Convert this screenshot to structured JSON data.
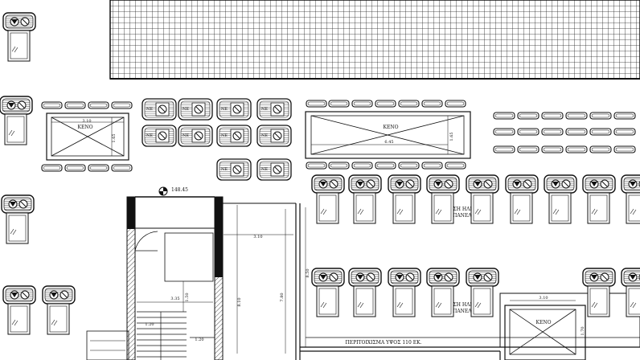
{
  "labels": {
    "kenoA": "ΚΕΝΟ",
    "kenoB": "ΚΕΝΟ",
    "kenoC": "ΚΕΝΟ",
    "dimKenoAw": "3.10",
    "dimKenoAh": "1.65",
    "dimKenoBw": "6.45",
    "dimKenoBh": "1.65",
    "dimKenoCw": "3.10",
    "dimKenoCh": "1.70",
    "level": "148.45",
    "dim310a": "3.10",
    "dim335": "3.35",
    "dim150": "1.50",
    "dim810": "8.10",
    "dim780": "7.80",
    "dim850": "8.50",
    "dim120a": "1.20",
    "dim120b": "1.20",
    "solar1": "ΘΕΣΗ ΗΛΙΑΚΩΝ",
    "solar1b": "ΠΑΝΕΛΩΝ",
    "solar2": "ΘΕΣΗ ΗΛΙΑΚΩΝ",
    "solar2b": "ΠΑΝΕΛΩΝ",
    "parapet": "ΠΕΡΙΤΟΙΧΙΣΜΑ ΥΨΟΣ 110 ΕΚ.",
    "ne": "ΝΕ"
  }
}
